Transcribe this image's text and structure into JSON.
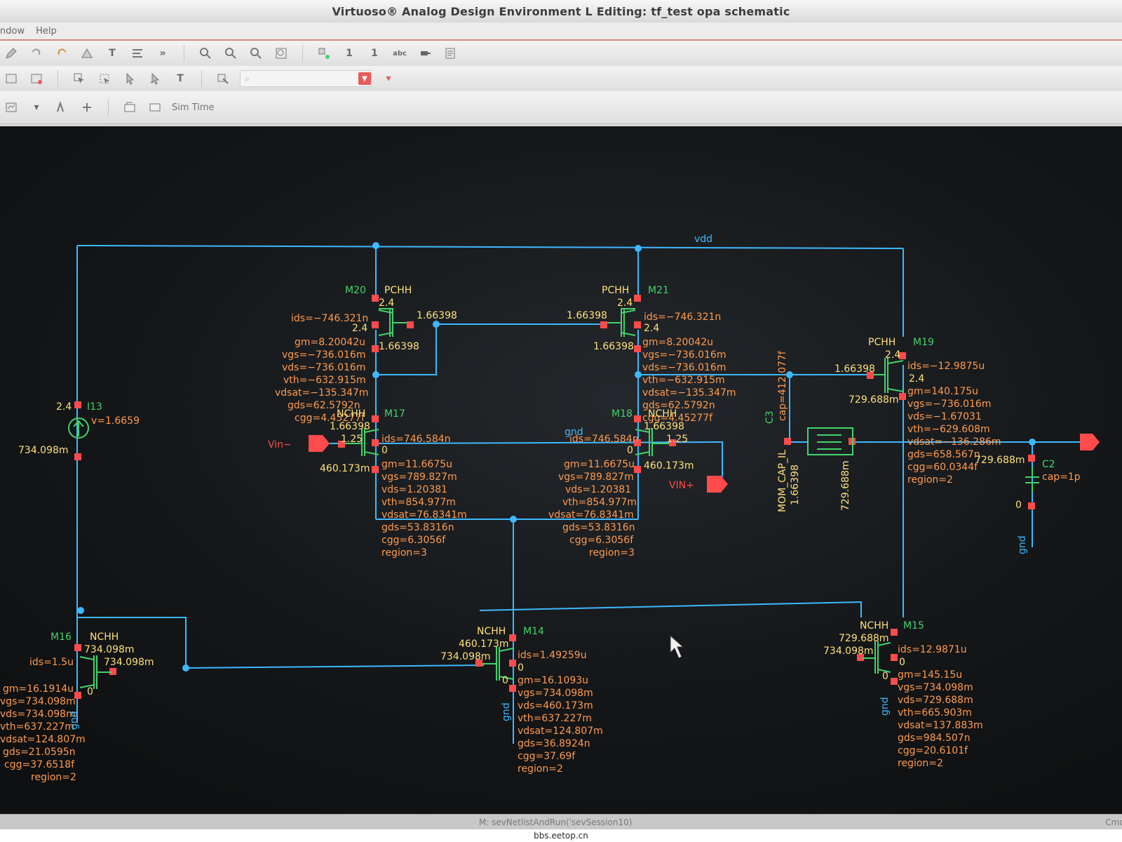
{
  "window": {
    "title": "Virtuoso® Analog Design Environment L Editing: tf_test opa schematic"
  },
  "menu": [
    {
      "label": "ndow"
    },
    {
      "label": "Help"
    }
  ],
  "toolbars": {
    "row3": {
      "sim_time_label": "Sim Time"
    }
  },
  "canvas": {
    "net_labels": {
      "vdd": "vdd",
      "gnd_top_mid": "gnd",
      "vin_minus": "Vin−",
      "vin_plus": "VIN+"
    },
    "devices": {
      "m20": {
        "name": "M20",
        "type": "PCHH",
        "top_v": "2.4",
        "left_v": "2.4",
        "gate_v": "1.66398",
        "bottom_v": "1.66398",
        "params": [
          "ids=−746.321n",
          "gm=8.20042u",
          "vgs=−736.016m",
          "vds=−736.016m",
          "vth=−632.915m",
          "vdsat=−135.347m",
          "gds=62.5792n",
          "cgg=4.45277f"
        ]
      },
      "m21": {
        "name": "M21",
        "type": "PCHH",
        "top_v": "2.4",
        "right_v": "2.4",
        "gate_v": "1.66398",
        "bottom_v": "1.66398",
        "params": [
          "ids=−746.321n",
          "gm=8.20042u",
          "vgs=−736.016m",
          "vds=−736.016m",
          "vth=−632.915m",
          "vdsat=−135.347m",
          "gds=62.5792n",
          "cgg=4.45277f"
        ]
      },
      "m17": {
        "name": "M17",
        "type": "NCHH",
        "top_v": "1.66398",
        "gate_v": "1.25",
        "source_v": "460.173m",
        "bulk_v": "0",
        "params": [
          "ids=746.584n",
          "gm=11.6675u",
          "vgs=789.827m",
          "vds=1.20381",
          "vth=854.977m",
          "vdsat=76.8341m",
          "gds=53.8316n",
          "cgg=6.3056f",
          "region=3"
        ]
      },
      "m18": {
        "name": "M18",
        "type": "NCHH",
        "top_v": "1.66398",
        "gate_v": "1.25",
        "source_v": "460.173m",
        "bulk_v": "0",
        "params": [
          "ids=746.584n",
          "gm=11.6675u",
          "vgs=789.827m",
          "vds=1.20381",
          "vth=854.977m",
          "vdsat=76.8341m",
          "gds=53.8316n",
          "cgg=6.3056f",
          "region=3"
        ]
      },
      "m19": {
        "name": "M19",
        "type": "PCHH",
        "top_v": "2.4",
        "right_v": "2.4",
        "gate_v": "1.66398",
        "bottom_v": "729.688m",
        "params": [
          "ids=−12.9875u",
          "gm=140.175u",
          "vgs=−736.016m",
          "vds=−1.67031",
          "vth=−629.608m",
          "vdsat=−136.286m",
          "gds=658.567n",
          "cgg=60.0344f",
          "region=2"
        ]
      },
      "m14": {
        "name": "M14",
        "type": "NCHH",
        "drain_v": "460.173m",
        "gate_v": "734.098m",
        "bulk_v": "0",
        "source_v": "0",
        "params": [
          "ids=1.49259u",
          "gm=16.1093u",
          "vgs=734.098m",
          "vds=460.173m",
          "vth=637.227m",
          "vdsat=124.807m",
          "gds=36.8924n",
          "cgg=37.69f",
          "region=2"
        ]
      },
      "m15": {
        "name": "M15",
        "type": "NCHH",
        "drain_v": "729.688m",
        "gate_v": "734.098m",
        "bulk_v": "0",
        "source_v": "0",
        "params": [
          "ids=12.9871u",
          "gm=145.15u",
          "vgs=734.098m",
          "vds=729.688m",
          "vth=665.903m",
          "vdsat=137.883m",
          "gds=984.507n",
          "cgg=20.6101f",
          "region=2"
        ]
      },
      "m16": {
        "name": "M16",
        "type": "NCHH",
        "drain_v": "734.098m",
        "gate_v": "734.098m",
        "bulk_v": "0",
        "params": [
          "ids=1.5u",
          "gm=16.1914u",
          "vgs=734.098m",
          "vds=734.098m",
          "vth=637.227m",
          "vdsat=124.807m",
          "gds=21.0595n",
          "cgg=37.6518f",
          "region=2"
        ]
      },
      "i13": {
        "name": "I13",
        "top_v": "2.4",
        "bottom_v": "734.098m",
        "value": "v=1.6659"
      },
      "c3": {
        "name": "C3",
        "cap": "cap=412.077f",
        "model": "MOM_CAP_IL",
        "left_v": "1.66398",
        "right_v": "729.688m"
      },
      "c2": {
        "name": "C2",
        "cap": "cap=1p",
        "top_v": "729.688m",
        "bottom_v": "0"
      }
    },
    "gnd_labels": [
      "gnd",
      "gnd",
      "gnd",
      "gnd"
    ]
  },
  "statusbar": {
    "left": "",
    "message": "M: sevNetlistAndRun('sevSession10)",
    "right": "Cmd:"
  },
  "footer": {
    "text": "bbs.eetop.cn"
  }
}
